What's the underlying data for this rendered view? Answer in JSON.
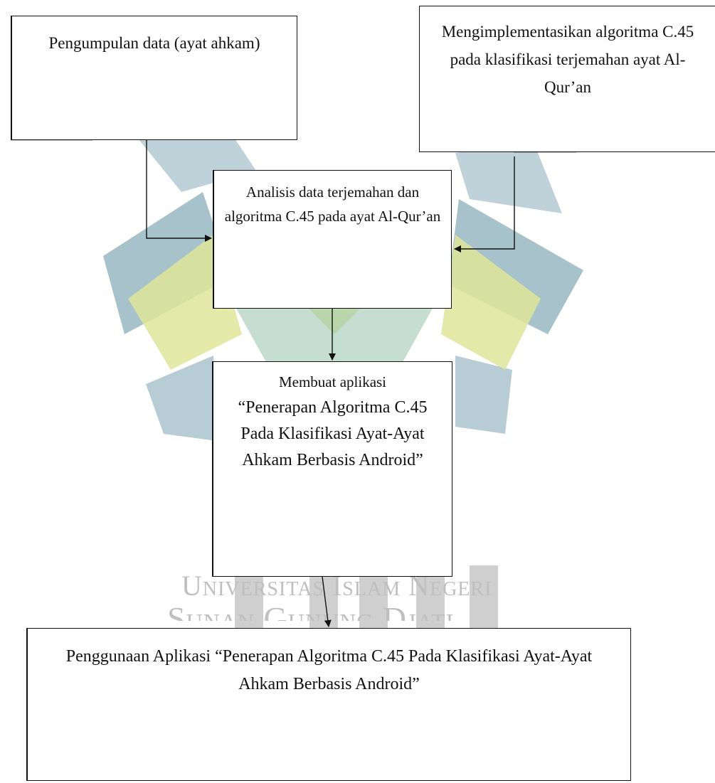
{
  "watermark": {
    "line1": "Universitas Islam Negeri",
    "line2": "Sunan Gunung Djati"
  },
  "flowchart": {
    "collect": "Pengumpulan data (ayat ahkam)",
    "implement": "Mengimplementasikan algoritma C.45 pada klasifikasi terjemahan ayat Al-Qur’an",
    "analysis": "Analisis data terjemahan dan algoritma C.45 pada ayat Al-Qur’an",
    "build_lead": "Membuat aplikasi",
    "build_title": "“Penerapan Algoritma C.45 Pada Klasifikasi Ayat-Ayat Ahkam Berbasis Android”",
    "usage": "Penggunaan Aplikasi “Penerapan Algoritma C.45 Pada Klasifikasi Ayat-Ayat Ahkam Berbasis Android”"
  },
  "colors": {
    "watermark_blue": "#5f8fa0",
    "watermark_yellow": "#dde59a",
    "watermark_green": "#9fc8b3",
    "watermark_text": "#bfbfbf",
    "stroke": "#111111"
  }
}
